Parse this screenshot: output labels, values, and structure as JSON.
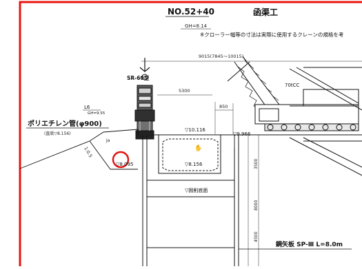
{
  "drawing": {
    "station": "NO.52+40",
    "title": "函渠工",
    "gh": "GH=8.14",
    "note": "※クローラー幅等の寸法は実際に使用するクレーンの規格を考",
    "dim_top": "9015(7845～10015)",
    "dim_5300": "5300",
    "dim_850": "850",
    "hammer": "SR-60型",
    "crane_cap": "70tCC",
    "l6": "L6",
    "gh_left": "GH=9.55",
    "pipe_label": "ポリエチレン管(φ900)",
    "pipe_sub": "(直底▽8.156)",
    "slope": "1:0.5",
    "lvl_8095": "▽8.095",
    "lvl_10116": "▽10.116",
    "lvl_8156": "▽8.156",
    "lvl_9966": "▽9.966",
    "excavation": "▽掘削底面",
    "dim_3500": "3500",
    "dim_8000": "8000",
    "dim_4500": "4500",
    "sheet_pile": "鋼矢板 SP-Ⅲ L=8.0m"
  },
  "colors": {
    "frame": "#e8140f",
    "line": "#1a1a1a",
    "marker": "#e01010"
  }
}
